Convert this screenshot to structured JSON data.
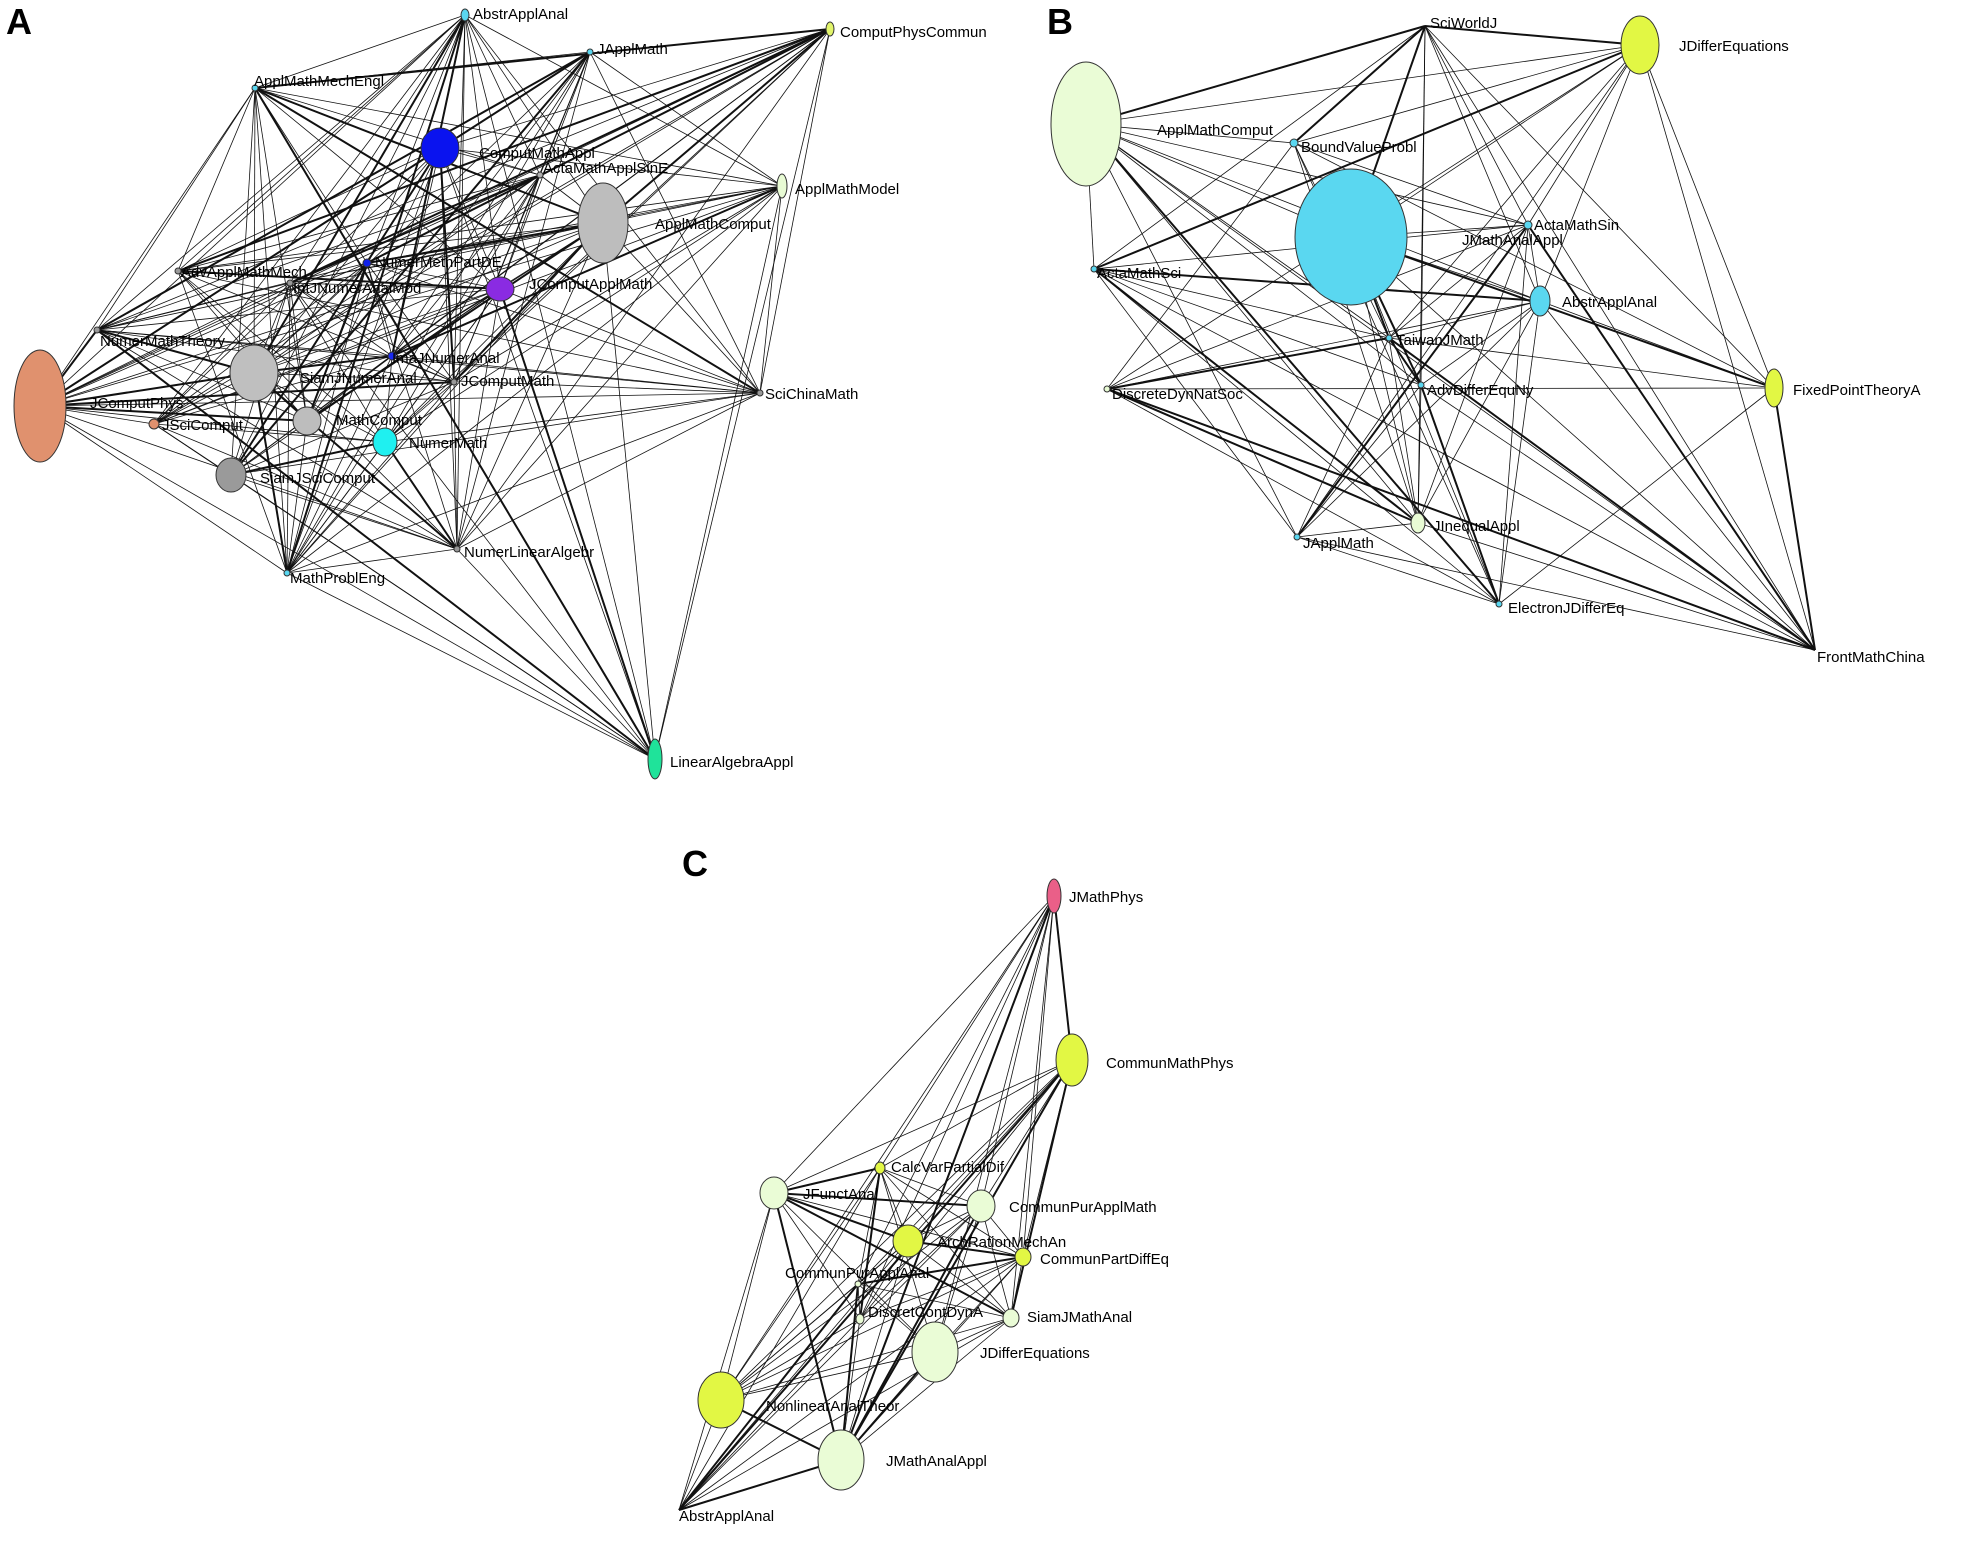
{
  "panels": [
    {
      "letter": "A",
      "nodes": [
        {
          "id": "AbstrApplAnal",
          "color": "#5ad7f0"
        },
        {
          "id": "JApplMath",
          "color": "#5ad7f0"
        },
        {
          "id": "ComputPhysCommun",
          "color": "#e2f56b"
        },
        {
          "id": "ApplMathMechEngl",
          "color": "#5ad7f0"
        },
        {
          "id": "ComputMathAppl",
          "color": "#0a13ef"
        },
        {
          "id": "ActaMathApplSinE",
          "color": "#aeaeae"
        },
        {
          "id": "ApplMathModel",
          "color": "#e8fbd4"
        },
        {
          "id": "ApplMathComput",
          "color": "#bdbdbd"
        },
        {
          "id": "NumerMethPartDE",
          "color": "#1020e8"
        },
        {
          "id": "AdvApplMathMech",
          "color": "#999999"
        },
        {
          "id": "IntJNumerAnalMod",
          "color": "#999999"
        },
        {
          "id": "JComputApplMath",
          "color": "#8a2be2"
        },
        {
          "id": "NumerMathTheory",
          "color": "#999999"
        },
        {
          "id": "ImaJNumerAnal",
          "color": "#1a2af0"
        },
        {
          "id": "SiamJNumerAnal",
          "color": "#bfbfbf"
        },
        {
          "id": "SciChinaMath",
          "color": "#999999"
        },
        {
          "id": "JComputPhys",
          "color": "#e0916e"
        },
        {
          "id": "JSciComput",
          "color": "#e0916e"
        },
        {
          "id": "MathComput",
          "color": "#bdbdbd"
        },
        {
          "id": "JComputMath",
          "color": "#999999"
        },
        {
          "id": "NumerMath",
          "color": "#1ff0f0"
        },
        {
          "id": "SiamJSciComput",
          "color": "#9a9a9a"
        },
        {
          "id": "MathProblEng",
          "color": "#5ad7f0"
        },
        {
          "id": "NumerLinearAlgebr",
          "color": "#999999"
        },
        {
          "id": "LinearAlgebraAppl",
          "color": "#1fe39a"
        }
      ]
    },
    {
      "letter": "B",
      "nodes": [
        {
          "id": "SciWorldJ",
          "color": "#ffffff"
        },
        {
          "id": "JDifferEquations",
          "color": "#e2f744"
        },
        {
          "id": "ApplMathComput",
          "color": "#eafcd6"
        },
        {
          "id": "BoundValueProbl",
          "color": "#5ad7f0"
        },
        {
          "id": "JMathAnalAppl",
          "color": "#5ad7f0"
        },
        {
          "id": "ActaMathSin",
          "color": "#5ad7f0"
        },
        {
          "id": "ActaMathSci",
          "color": "#5ad7f0"
        },
        {
          "id": "AbstrApplAnal",
          "color": "#5ad7f0"
        },
        {
          "id": "TaiwanJMath",
          "color": "#5ad7f0"
        },
        {
          "id": "DiscreteDynNatSoc",
          "color": "#e8fbd4"
        },
        {
          "id": "AdvDifferEquNy",
          "color": "#5ad7f0"
        },
        {
          "id": "FixedPointTheoryA",
          "color": "#e2f744"
        },
        {
          "id": "JApplMath",
          "color": "#5ad7f0"
        },
        {
          "id": "JInequalAppl",
          "color": "#e8fbd4"
        },
        {
          "id": "ElectronJDifferEq",
          "color": "#5ad7f0"
        },
        {
          "id": "FrontMathChina",
          "color": "#999999"
        }
      ]
    },
    {
      "letter": "C",
      "nodes": [
        {
          "id": "JMathPhys",
          "color": "#ea5f88"
        },
        {
          "id": "CommunMathPhys",
          "color": "#e2f744"
        },
        {
          "id": "CalcVarPartialDif",
          "color": "#e2f744"
        },
        {
          "id": "JFunctAnal",
          "color": "#eafcd6"
        },
        {
          "id": "CommunPurApplMath",
          "color": "#eafcd6"
        },
        {
          "id": "ArchRationMechAn",
          "color": "#e2f744"
        },
        {
          "id": "CommunPartDiffEq",
          "color": "#e2f744"
        },
        {
          "id": "CommunPurApplAnal",
          "color": "#eafcd6"
        },
        {
          "id": "DiscretContDynA",
          "color": "#eafcd6"
        },
        {
          "id": "SiamJMathAnal",
          "color": "#eafcd6"
        },
        {
          "id": "JDifferEquations",
          "color": "#eafcd6"
        },
        {
          "id": "NonlinearAnalTheor",
          "color": "#e2f744"
        },
        {
          "id": "JMathAnalAppl",
          "color": "#eafcd6"
        },
        {
          "id": "AbstrApplAnal",
          "color": "#999999"
        }
      ]
    }
  ]
}
